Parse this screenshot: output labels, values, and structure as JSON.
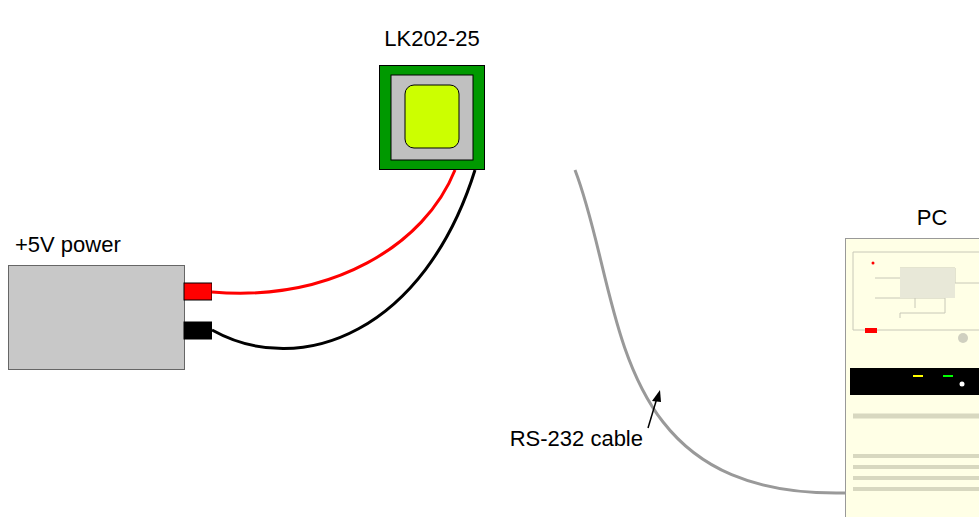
{
  "diagram": {
    "nodes": [
      {
        "text": [
          "LK202-25"
        ]
      },
      {
        "text": [
          "+5V power"
        ]
      },
      {
        "text": [
          "PC"
        ]
      }
    ],
    "edges": [
      {
        "from": 1,
        "to": 0,
        "arrow": "none"
      },
      {
        "from": 1,
        "to": 0,
        "arrow": "none"
      },
      {
        "from": 0,
        "to": 2,
        "arrow": "none"
      }
    ],
    "labels": [
      "RS-232 cable"
    ]
  }
}
